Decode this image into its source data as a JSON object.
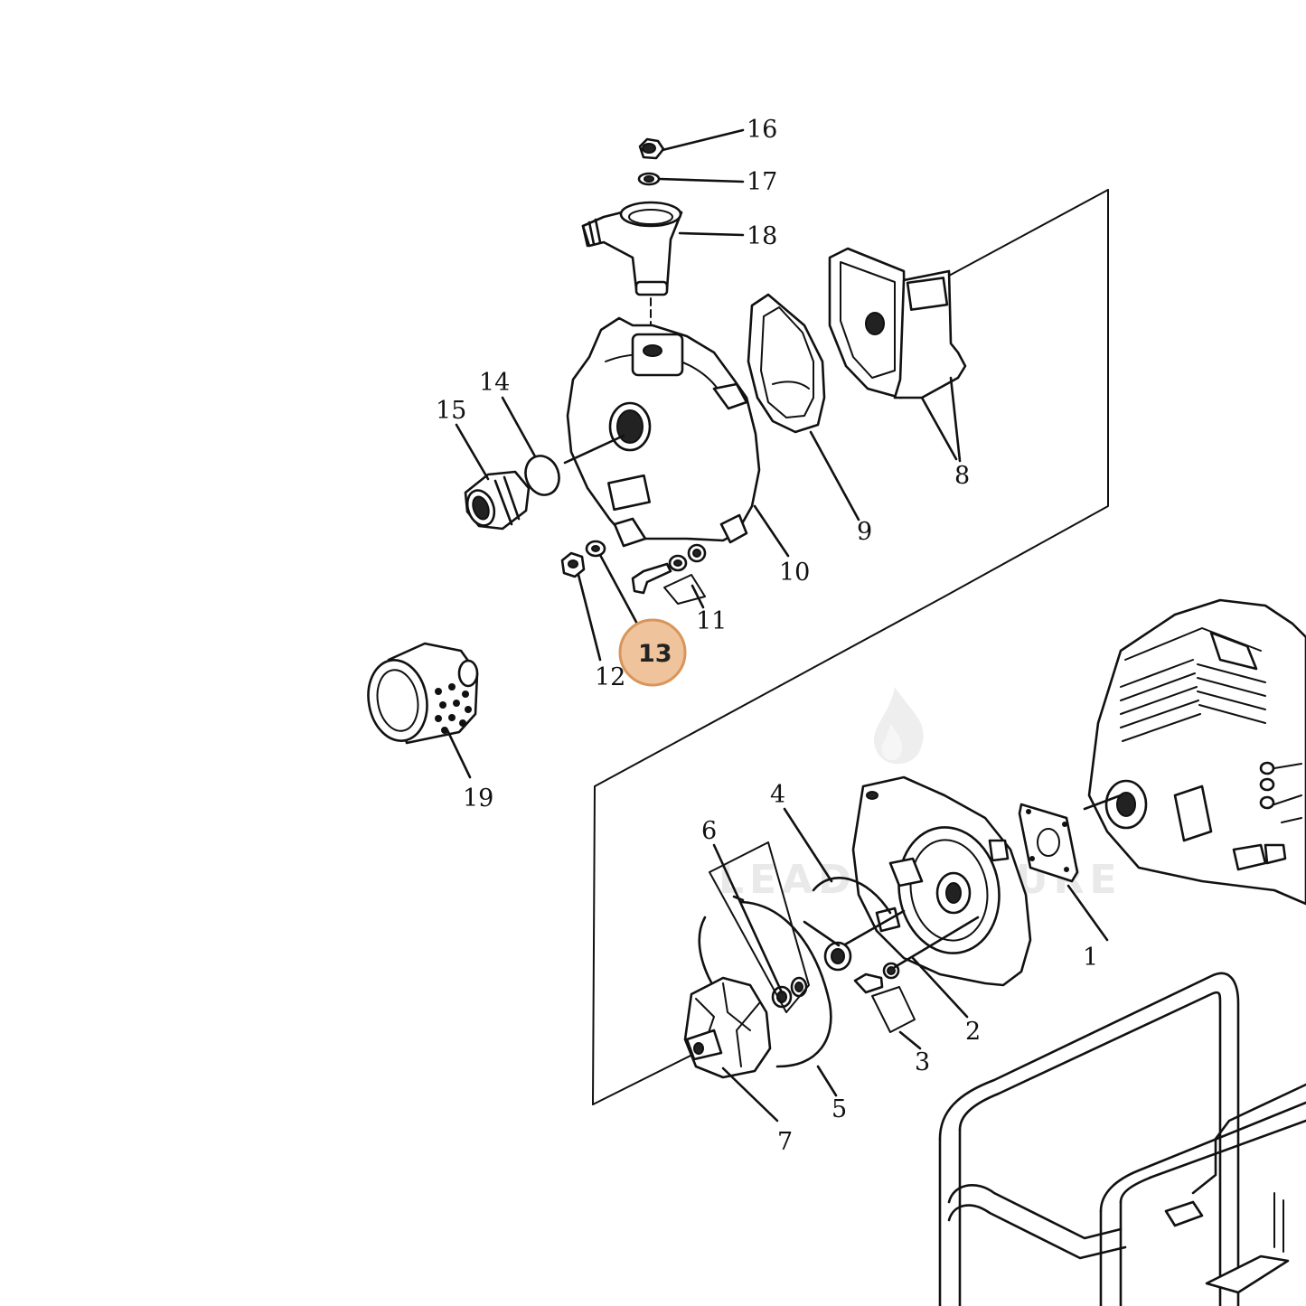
{
  "diagram": {
    "highlight_color": "#efc49c",
    "highlight_stroke": "#d9955a",
    "highlighted_part": "13",
    "watermark_text": "LEAD VENTURE",
    "labels": [
      {
        "id": "1",
        "text": "1"
      },
      {
        "id": "2",
        "text": "2"
      },
      {
        "id": "3",
        "text": "3"
      },
      {
        "id": "4",
        "text": "4"
      },
      {
        "id": "5",
        "text": "5"
      },
      {
        "id": "6",
        "text": "6"
      },
      {
        "id": "7",
        "text": "7"
      },
      {
        "id": "8",
        "text": "8"
      },
      {
        "id": "9",
        "text": "9"
      },
      {
        "id": "10",
        "text": "10"
      },
      {
        "id": "11",
        "text": "11"
      },
      {
        "id": "12",
        "text": "12"
      },
      {
        "id": "13",
        "text": "13"
      },
      {
        "id": "14",
        "text": "14"
      },
      {
        "id": "15",
        "text": "15"
      },
      {
        "id": "16",
        "text": "16"
      },
      {
        "id": "17",
        "text": "17"
      },
      {
        "id": "18",
        "text": "18"
      },
      {
        "id": "19",
        "text": "19"
      }
    ]
  }
}
